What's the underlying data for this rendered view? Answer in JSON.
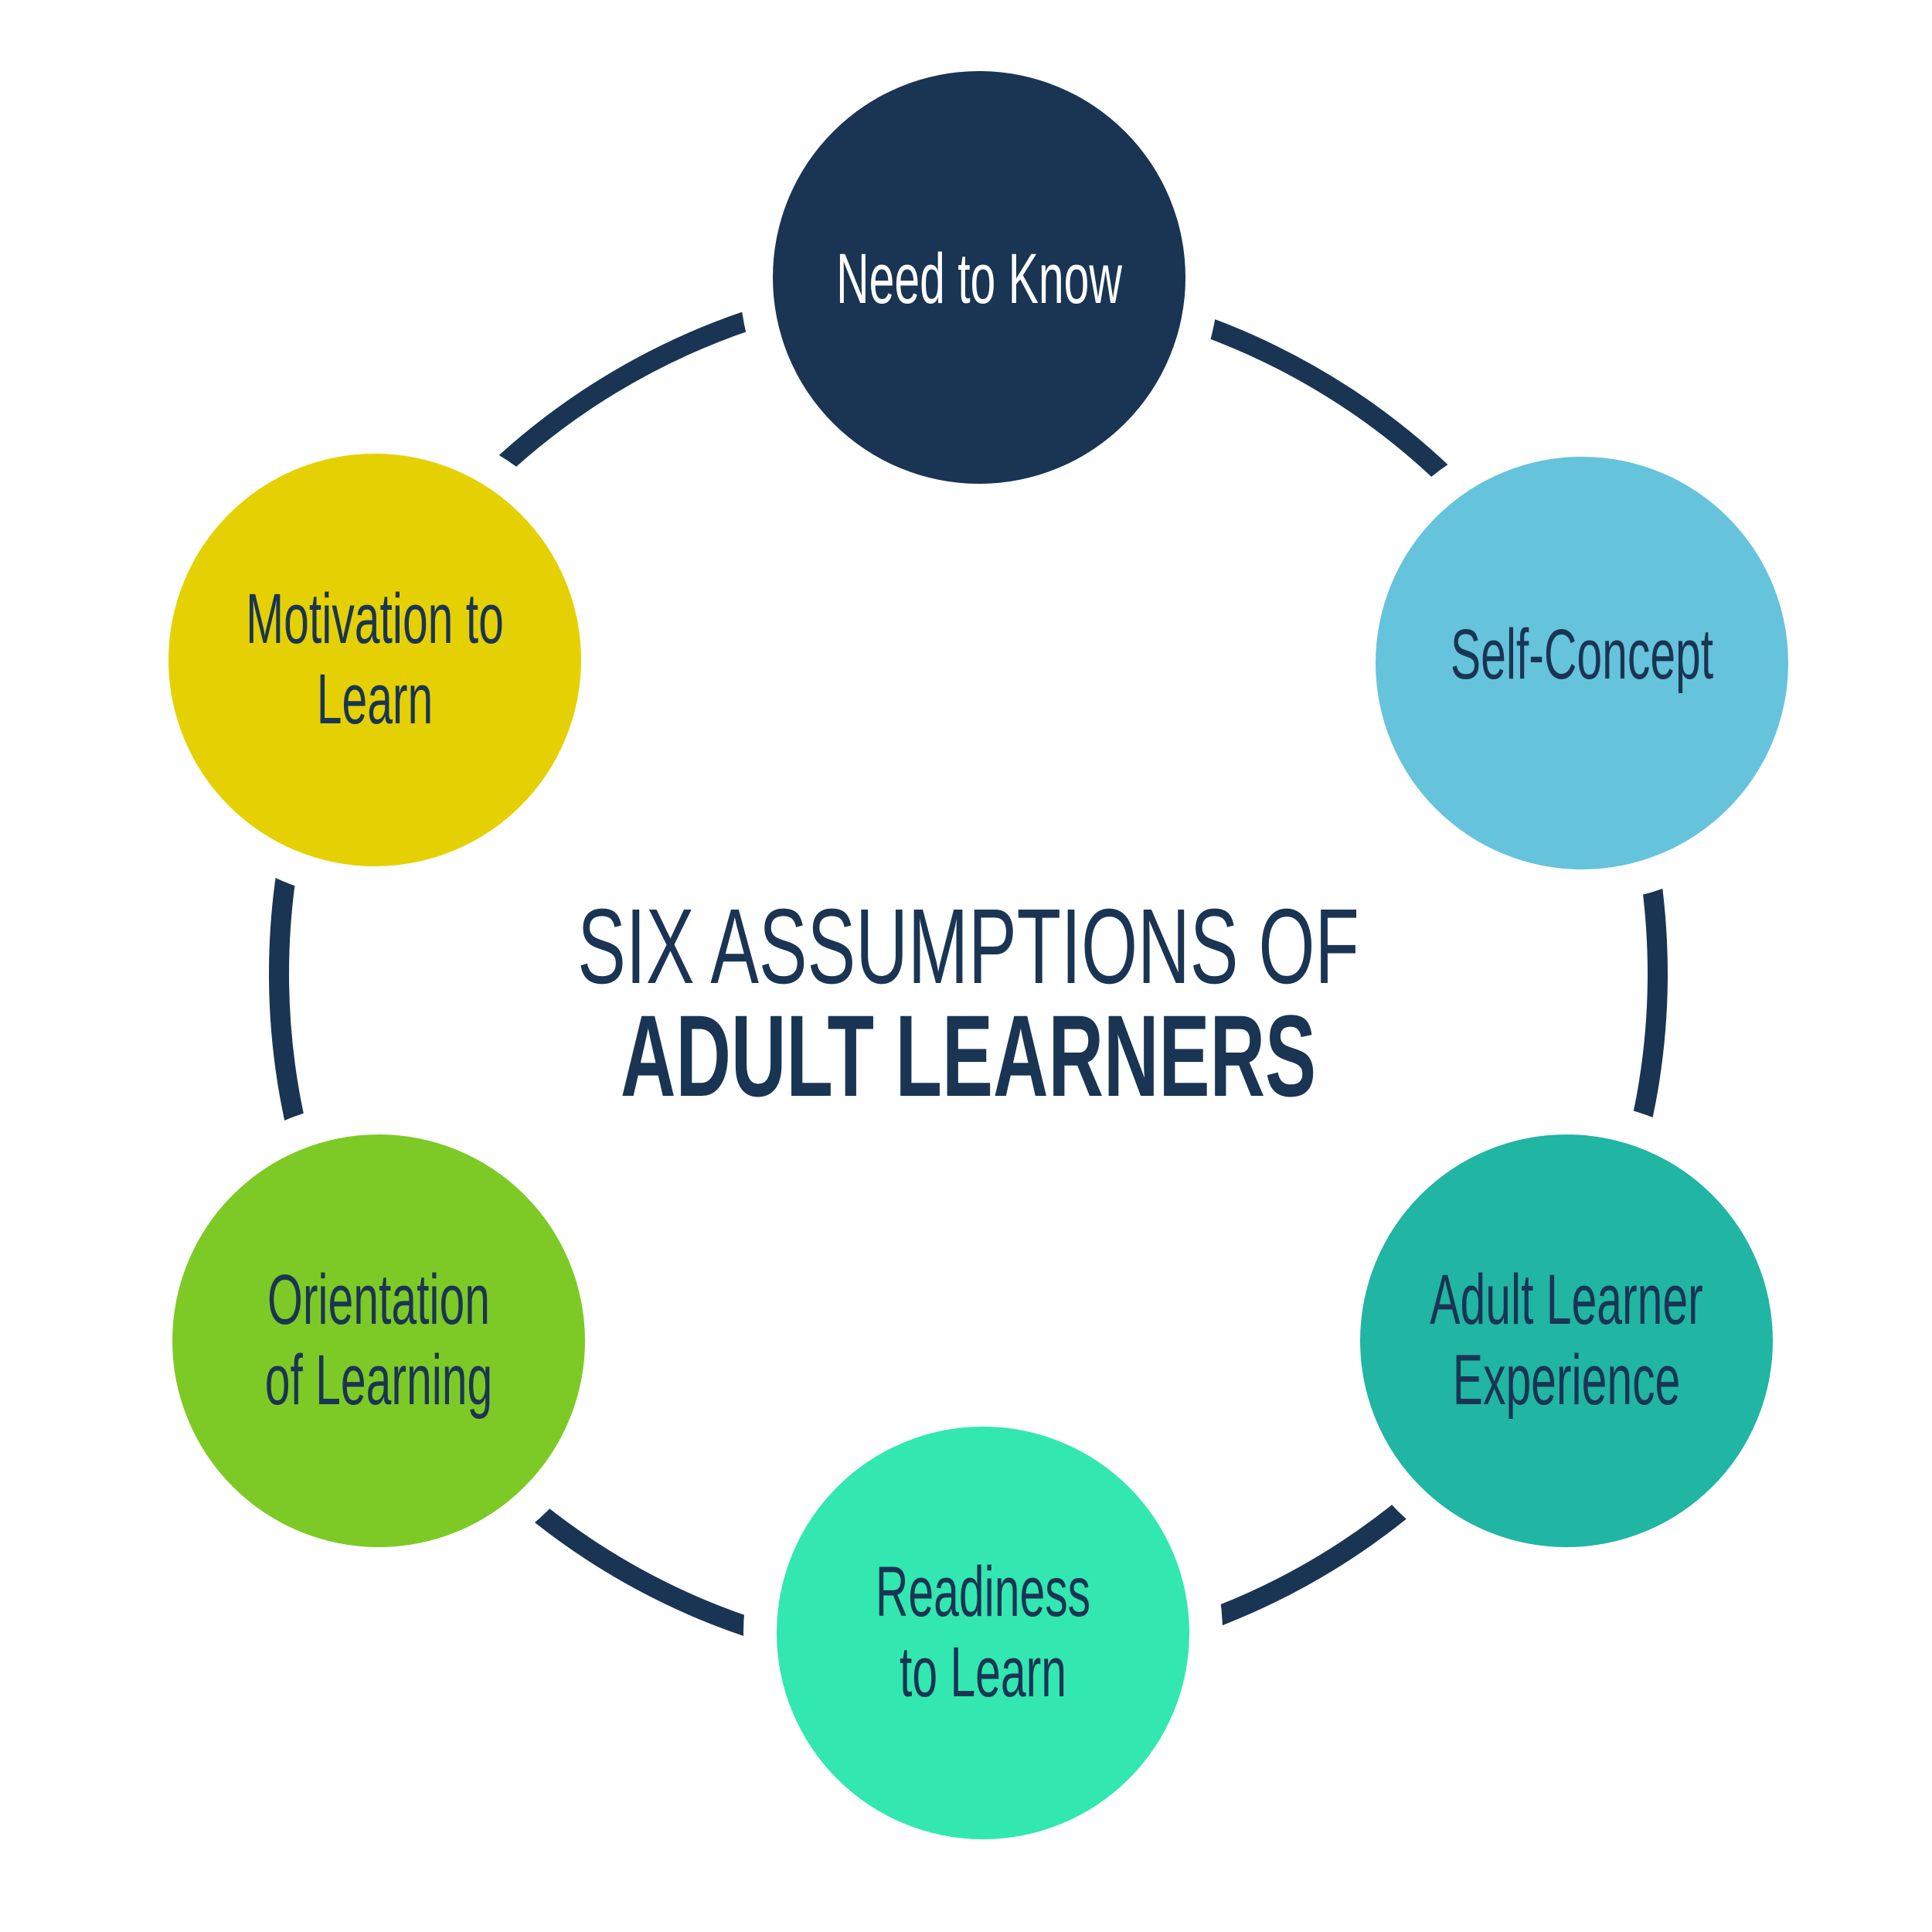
{
  "title": {
    "line1": "SIX ASSUMPTIONS OF",
    "line2": "ADULT LEARNERS"
  },
  "colors": {
    "background": "#FFFFFF",
    "navy": "#1A3553",
    "ring": "#1A3553"
  },
  "nodes": [
    {
      "id": "need-to-know",
      "lines": [
        "Need to Know"
      ],
      "color": "#1A3553",
      "text_color": "#FFFFFF"
    },
    {
      "id": "self-concept",
      "lines": [
        "Self-Concept"
      ],
      "color": "#66C3DC",
      "text_color": "#1A3553"
    },
    {
      "id": "adult-learner-experience",
      "lines": [
        "Adult Learner",
        "Experience"
      ],
      "color": "#21B5A3",
      "text_color": "#1A3553"
    },
    {
      "id": "readiness-to-learn",
      "lines": [
        "Readiness",
        "to Learn"
      ],
      "color": "#33E7B1",
      "text_color": "#1A3553"
    },
    {
      "id": "orientation-of-learning",
      "lines": [
        "Orientation",
        "of Learning"
      ],
      "color": "#7DCA26",
      "text_color": "#1A3553"
    },
    {
      "id": "motivation-to-learn",
      "lines": [
        "Motivation to",
        "Learn"
      ],
      "color": "#E5D103",
      "text_color": "#1A3553"
    }
  ]
}
